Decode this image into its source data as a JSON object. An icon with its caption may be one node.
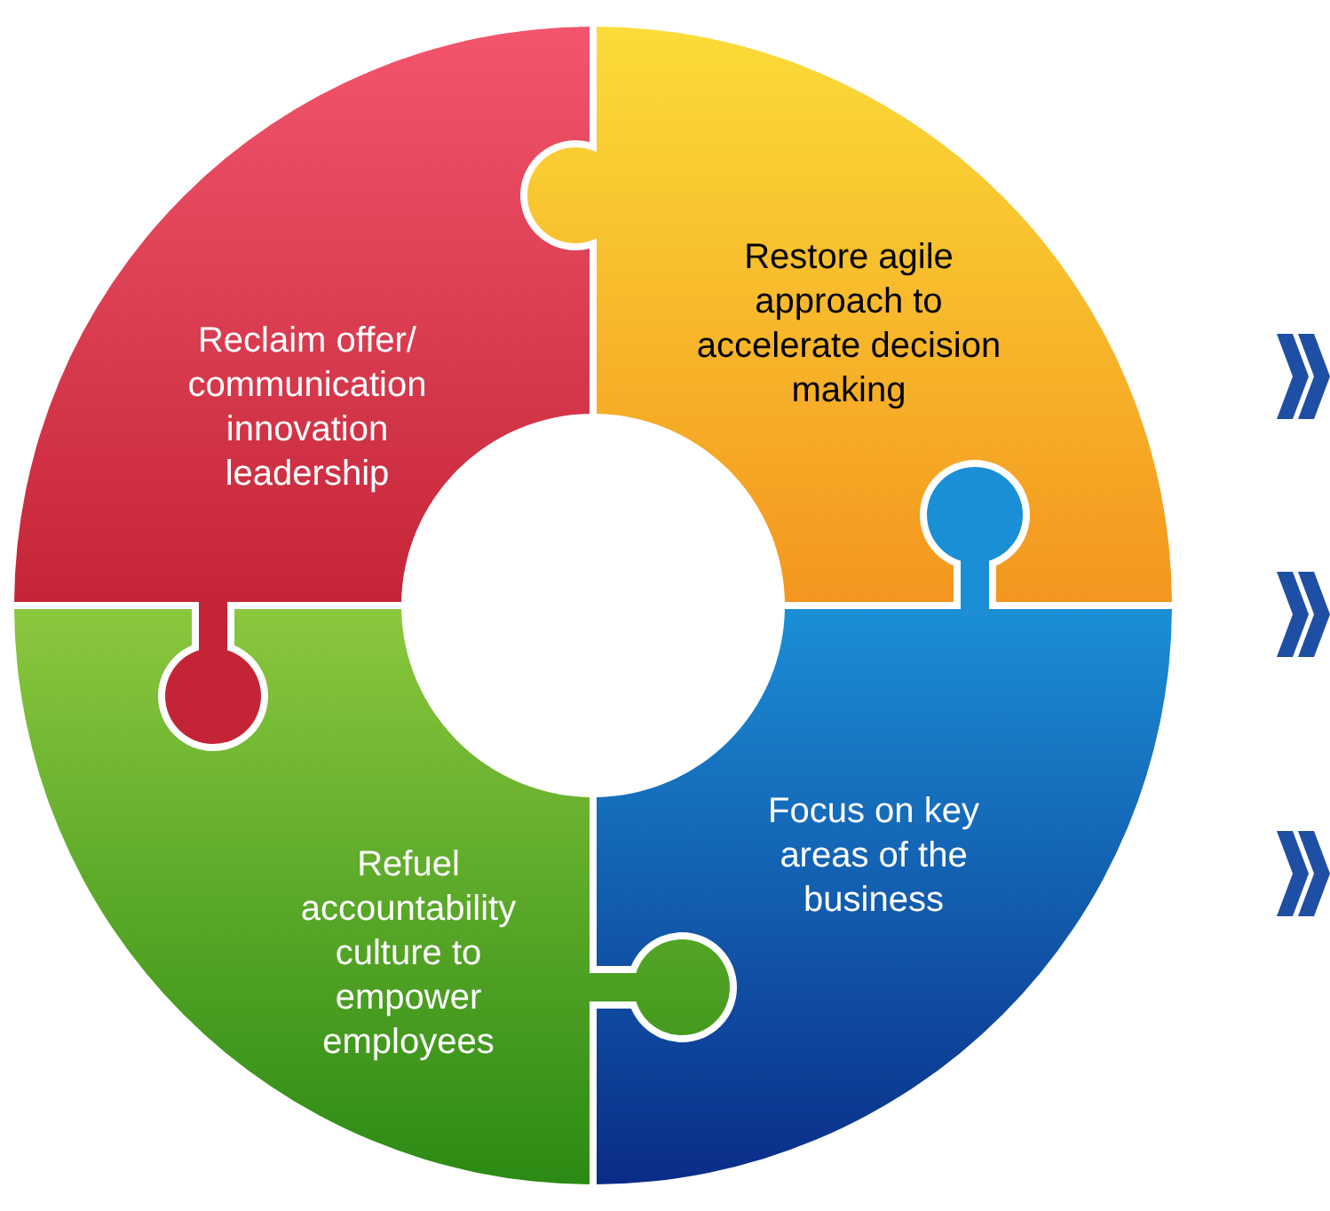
{
  "diagram": {
    "nodes": [
      {
        "text": [
          "Reclaim offer/ communication innovation leadership"
        ]
      },
      {
        "text": [
          "Restore agile approach to accelerate decision making"
        ]
      },
      {
        "text": [
          "Refuel accountability culture to empower employees"
        ]
      },
      {
        "text": [
          "Focus on key areas of the business"
        ]
      }
    ]
  }
}
